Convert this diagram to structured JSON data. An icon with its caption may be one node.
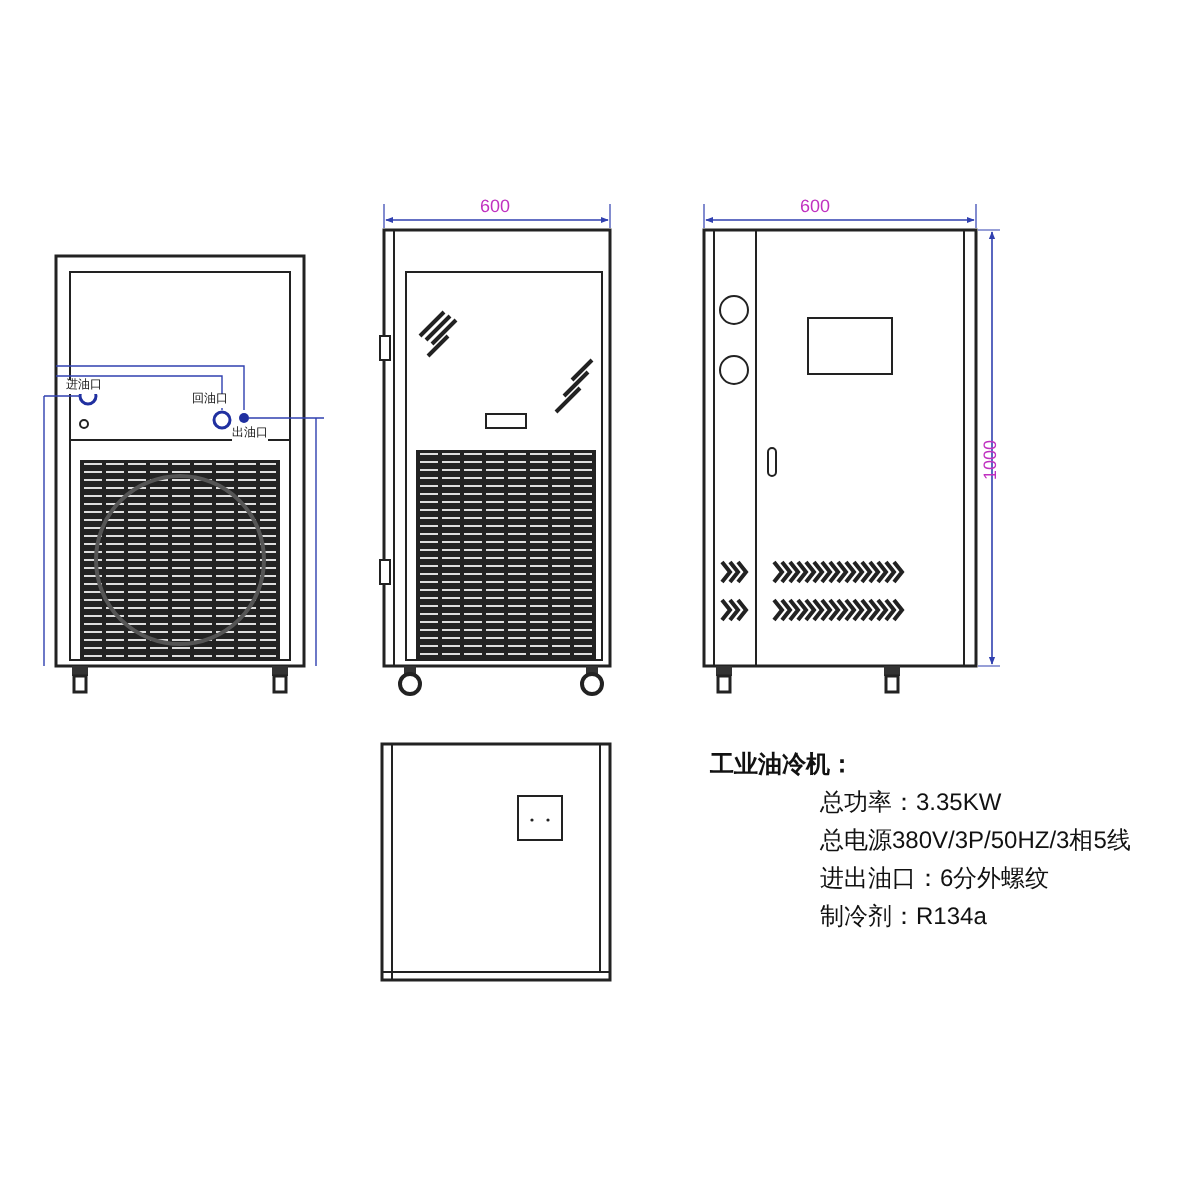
{
  "diagram": {
    "labels": [
      "600",
      "600",
      "进油口",
      "回油口",
      "出油口",
      "1000",
      "工业油冷机：",
      "总功率：3.35KW",
      "总电源380V/3P/50HZ/3相5线",
      "进出油口：6分外螺纹",
      "制冷剂：R134a"
    ]
  }
}
